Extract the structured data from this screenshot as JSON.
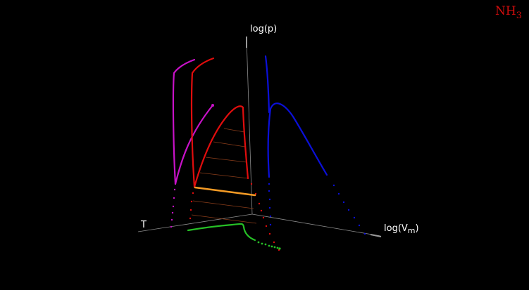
{
  "formula": {
    "base": "NH",
    "sub": "3"
  },
  "axes": {
    "p_label": "log(p)",
    "t_label": "T",
    "v_label_base": "log(V",
    "v_label_sub": "m",
    "v_label_close": ")"
  },
  "colors": {
    "background": "#000000",
    "axis": "#8c8c8c",
    "isotherm_low": "#c812c8",
    "isotherm_critical": "#e00d0d",
    "isotherm_high": "#0b10d8",
    "tie_line": "#f59b25",
    "coexistence_lines": "#8a3d1a",
    "projection": "#26c026",
    "formula": "#d10d0d"
  }
}
